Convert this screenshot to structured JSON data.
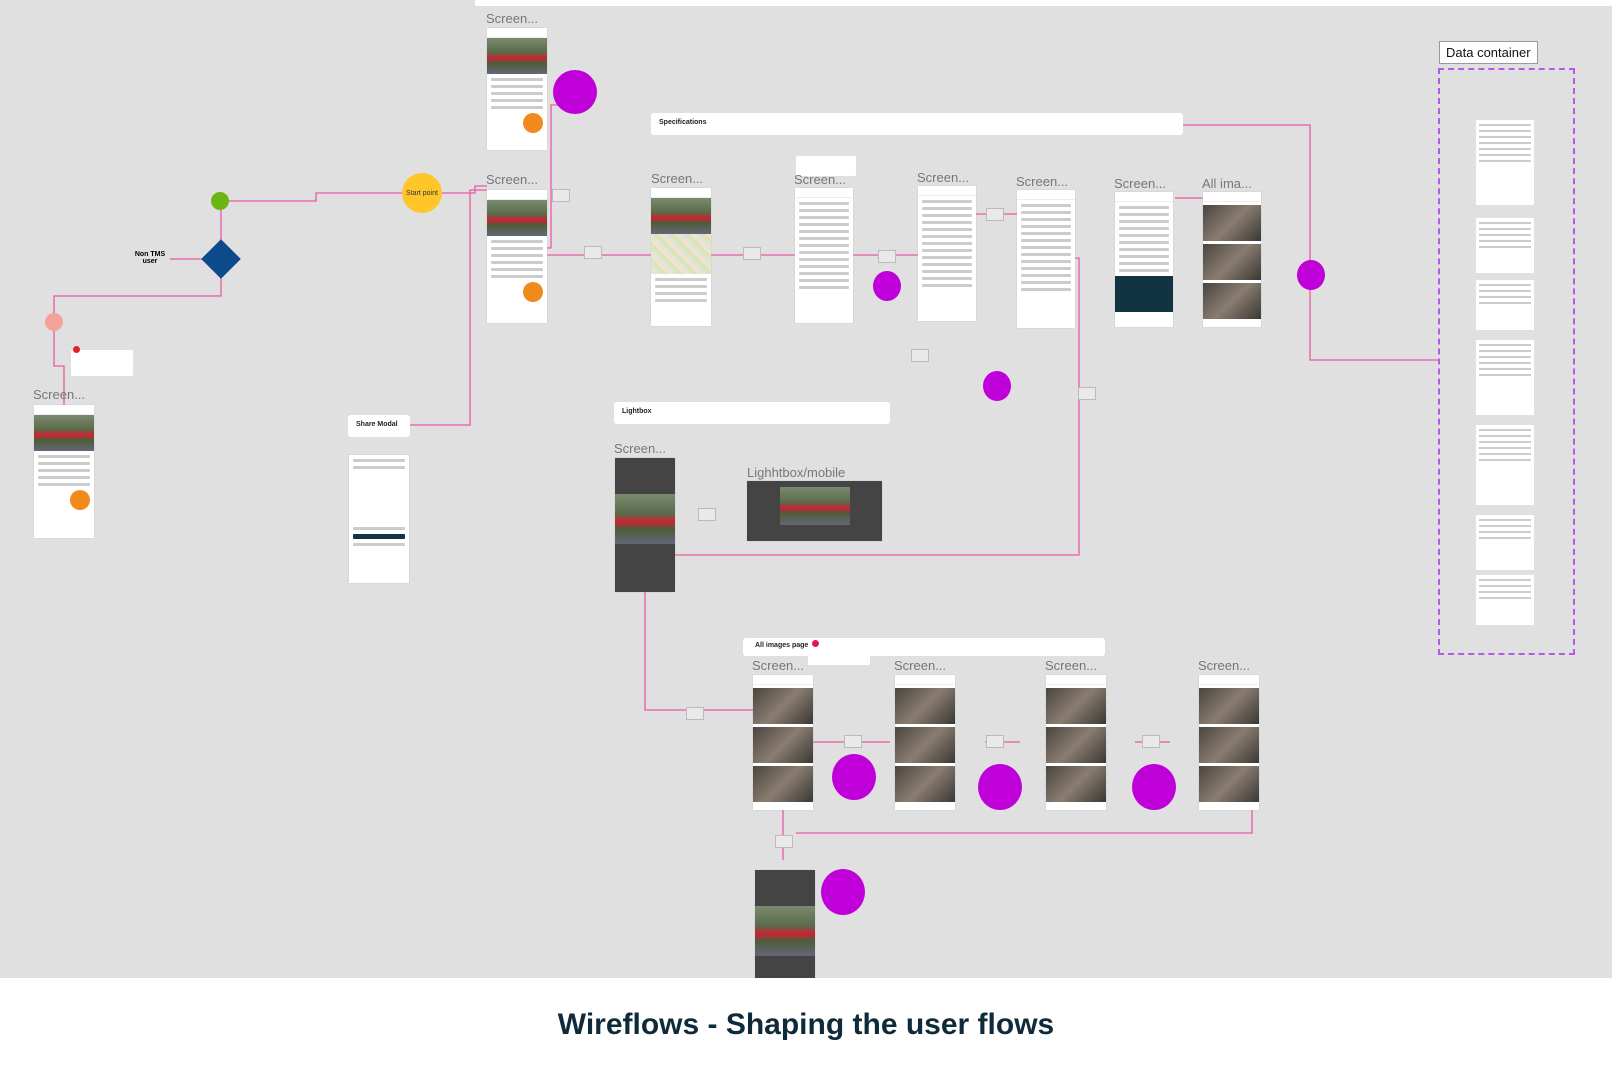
{
  "caption": "Wireflows - Shaping the user flows",
  "screen_label": "Screen...",
  "all_images_label": "All ima...",
  "lightbox_mobile_label": "Lighhtbox/mobile",
  "data_container": "Data container",
  "sections": {
    "specifications": "Specifications",
    "lightbox": "Lightbox",
    "share_modal": "Share Modal",
    "all_images_page": "All images page"
  },
  "start_point": "Start point",
  "non_tms_user": "Non TMS user",
  "colors": {
    "connector": "#e85aa8",
    "note_circle": "#c000d8",
    "start": "#ffc62a",
    "yes": "#6ab614",
    "no": "#f4a39a",
    "decision": "#0c4a8a"
  }
}
